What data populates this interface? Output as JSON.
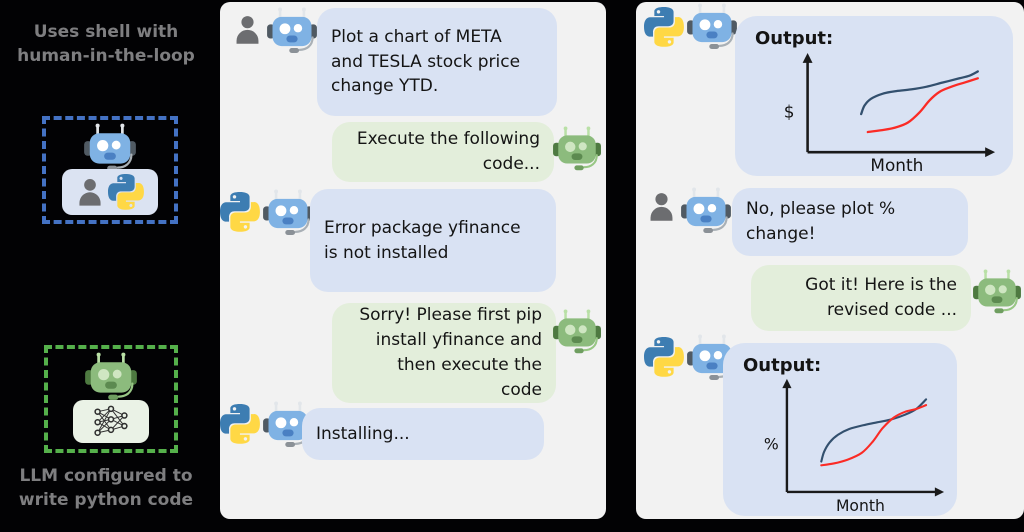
{
  "left_rail": {
    "top_caption": "Uses shell with\nhuman-in-the-loop",
    "bottom_caption": "LLM configured to\nwrite python code"
  },
  "icons": {
    "person": "gray user silhouette",
    "python": "python logo (blue/yellow snakes)",
    "robot-blue": "blue chat robot with headset",
    "robot-green": "green chat robot with headset",
    "neural-network": "small neural network graph"
  },
  "colors": {
    "panel_bg": "#f2f2f2",
    "bubble_blue": "#d9e2f3",
    "bubble_green": "#e3eedb",
    "dashed_blue": "#4472c4",
    "dashed_green": "#55b04b",
    "caption_gray": "#7e7e80",
    "line_navy": "#33506e",
    "line_red": "#fb2b25"
  },
  "middle_chat": {
    "messages": [
      {
        "sender": "user-with-assistant",
        "text": "Plot a chart of META\nand TESLA stock price\nchange YTD."
      },
      {
        "sender": "assistant",
        "text": "Execute the following\ncode..."
      },
      {
        "sender": "python-executor",
        "text": "Error package yfinance\nis not installed"
      },
      {
        "sender": "assistant",
        "text": "Sorry! Please first pip\ninstall yfinance and\nthen execute the\ncode"
      },
      {
        "sender": "python-executor",
        "text": "Installing..."
      }
    ]
  },
  "right_chat": {
    "messages": [
      {
        "sender": "python-executor",
        "text": "Output:"
      },
      {
        "sender": "user-with-assistant",
        "text": "No, please plot %\nchange!"
      },
      {
        "sender": "assistant",
        "text": "Got it! Here is the\nrevised code ..."
      },
      {
        "sender": "python-executor",
        "text": "Output:"
      }
    ]
  },
  "chart_data": [
    {
      "type": "line",
      "title": "Output:",
      "xlabel": "Month",
      "ylabel": "$",
      "grid": false,
      "legend": "none",
      "series": [
        {
          "name": "navy-line",
          "color": "#33506e",
          "points": [
            [
              0.25,
              0.4
            ],
            [
              0.27,
              0.5
            ],
            [
              0.31,
              0.58
            ],
            [
              0.38,
              0.64
            ],
            [
              0.46,
              0.67
            ],
            [
              0.55,
              0.69
            ],
            [
              0.64,
              0.72
            ],
            [
              0.74,
              0.77
            ],
            [
              0.84,
              0.82
            ],
            [
              0.9,
              0.85
            ],
            [
              0.95,
              0.9
            ]
          ]
        },
        {
          "name": "red-line",
          "color": "#fb2b25",
          "points": [
            [
              0.29,
              0.19
            ],
            [
              0.37,
              0.21
            ],
            [
              0.45,
              0.24
            ],
            [
              0.53,
              0.3
            ],
            [
              0.6,
              0.42
            ],
            [
              0.66,
              0.56
            ],
            [
              0.72,
              0.66
            ],
            [
              0.79,
              0.72
            ],
            [
              0.87,
              0.77
            ],
            [
              0.95,
              0.82
            ]
          ]
        }
      ]
    },
    {
      "type": "line",
      "title": "Output:",
      "xlabel": "Month",
      "ylabel": "%",
      "grid": false,
      "legend": "none",
      "series": [
        {
          "name": "navy-line",
          "color": "#33506e",
          "points": [
            [
              0.18,
              0.28
            ],
            [
              0.2,
              0.38
            ],
            [
              0.24,
              0.48
            ],
            [
              0.3,
              0.56
            ],
            [
              0.38,
              0.62
            ],
            [
              0.48,
              0.66
            ],
            [
              0.58,
              0.69
            ],
            [
              0.68,
              0.72
            ],
            [
              0.78,
              0.77
            ],
            [
              0.86,
              0.83
            ],
            [
              0.93,
              0.93
            ]
          ]
        },
        {
          "name": "red-line",
          "color": "#fb2b25",
          "points": [
            [
              0.18,
              0.24
            ],
            [
              0.27,
              0.26
            ],
            [
              0.37,
              0.3
            ],
            [
              0.47,
              0.37
            ],
            [
              0.55,
              0.49
            ],
            [
              0.62,
              0.63
            ],
            [
              0.7,
              0.74
            ],
            [
              0.78,
              0.8
            ],
            [
              0.86,
              0.83
            ],
            [
              0.93,
              0.87
            ]
          ]
        }
      ]
    }
  ]
}
